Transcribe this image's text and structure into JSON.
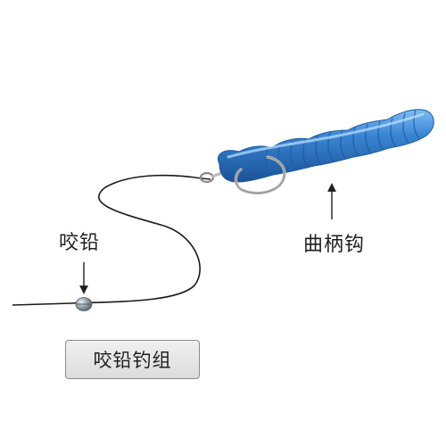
{
  "labels": {
    "sinker": "咬铅",
    "hook": "曲柄钩",
    "caption": "咬铅钓组"
  },
  "colors": {
    "line": "#1a1a1a",
    "worm_body": "#3a86d4",
    "worm_shadow": "#1f5fa8",
    "worm_highlight": "#9fd0ff",
    "hook_metal": "#c8c8c8",
    "sinker": "#9aa6ac",
    "caption_border": "#8a8a8a",
    "caption_fill": "#e6e6e6"
  }
}
